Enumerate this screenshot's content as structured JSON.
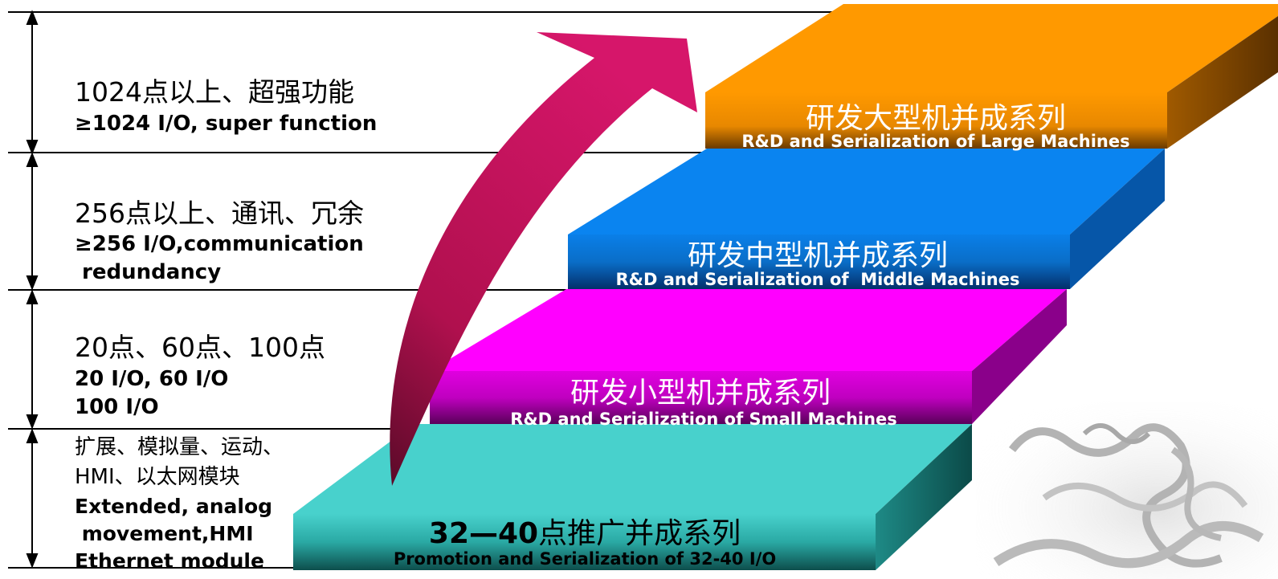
{
  "levels": [
    {
      "cn": "1024点以上、超强功能",
      "en": [
        "≥1024 I/O, super function"
      ]
    },
    {
      "cn": "256点以上、通讯、冗余",
      "en": [
        "≥256 I/O,communication",
        " redundancy"
      ]
    },
    {
      "cn": "20点、60点、100点",
      "en": [
        "20 I/O, 60 I/O",
        "100 I/O"
      ]
    },
    {
      "cn_lines": [
        "扩展、模拟量、运动、",
        "HMI、以太网模块"
      ],
      "en": [
        "Extended, analog",
        " movement,HMI",
        "Ethernet module"
      ]
    }
  ],
  "steps": [
    {
      "cn": "研发大型机并成系列",
      "en": "R&D and Serialization of Large Machines",
      "color": "#FF9900"
    },
    {
      "cn": "研发中型机并成系列",
      "en": "R&D and Serialization of  Middle Machines",
      "color": "#0A84F0"
    },
    {
      "cn": "研发小型机并成系列",
      "en": "R&D and Serialization of Small Machines",
      "color": "#FF00FF"
    },
    {
      "cn_num": "32—40",
      "cn": "点推广并成系列",
      "en": "Promotion and Serialization of 32-40 I/O",
      "color": "#48D1CC"
    }
  ],
  "colors": {
    "arrow": "#C8145A",
    "lines": "#000000"
  }
}
